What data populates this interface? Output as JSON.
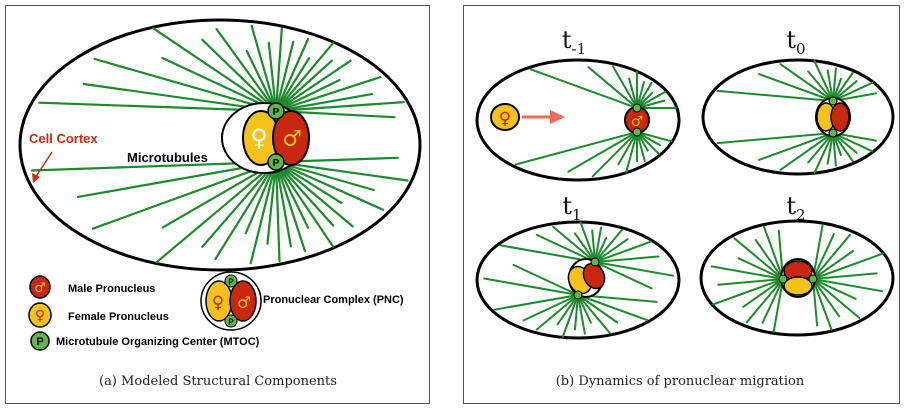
{
  "panel_a": {
    "caption": "(a) Modeled Structural Components",
    "cell_cortex_label": "Cell Cortex",
    "microtubules_label": "Microtubules",
    "mtoc_letter": "P",
    "male_symbol": "♂",
    "female_symbol": "♀",
    "legend": {
      "male": "Male Pronucleus",
      "female": "Female Pronucleus",
      "mtoc": "Microtubule Organizing Center (MTOC)",
      "pnc": "Pronuclear Complex (PNC)"
    }
  },
  "panel_b": {
    "caption": "(b) Dynamics of pronuclear migration",
    "frames": [
      {
        "base": "t",
        "sub": "-1"
      },
      {
        "base": "t",
        "sub": "0"
      },
      {
        "base": "t",
        "sub": "1"
      },
      {
        "base": "t",
        "sub": "2"
      }
    ]
  },
  "colors": {
    "microtubule": "#1e8a2e",
    "male": "#c8280f",
    "female": "#f4c21a",
    "mtoc": "#5cb84a",
    "red_label": "#cc2a10",
    "arrow": "#ee6a5a"
  }
}
